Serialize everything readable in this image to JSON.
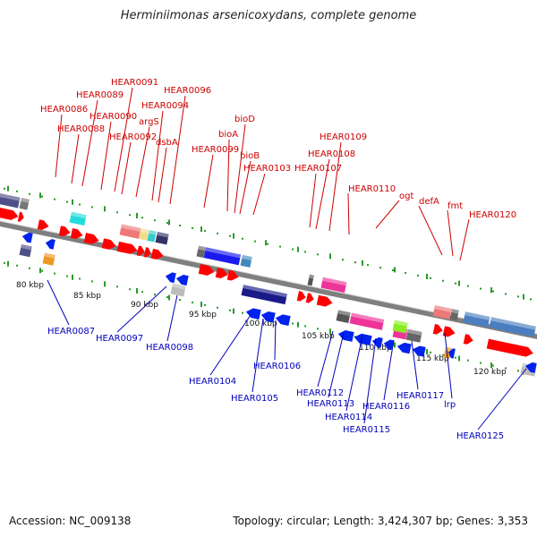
{
  "title": "Herminiimonas arsenicoxydans, complete genome",
  "footer": {
    "accession": "Accession: NC_009138",
    "summary": "Topology: circular; Length: 3,424,307 bp; Genes: 3,353"
  },
  "colors": {
    "forward_label": "#cc0000",
    "reverse_label": "#0000bb",
    "forward_arrow": "#ff0000",
    "reverse_arrow": "#0022ee",
    "backbone": "#7f7f7f",
    "tick": "#2a9a2a"
  },
  "scale": {
    "ticks": [
      "80 kbp",
      "85 kbp",
      "90 kbp",
      "95 kbp",
      "100 kbp",
      "105 kbp",
      "110 kbp",
      "115 kbp",
      "120 kbp"
    ]
  },
  "forward_genes": [
    "HEAR0086",
    "HEAR0088",
    "HEAR0089",
    "HEAR0090",
    "HEAR0091",
    "HEAR0092",
    "argS",
    "HEAR0094",
    "dsbA",
    "HEAR0096",
    "HEAR0099",
    "bioA",
    "bioD",
    "bioB",
    "HEAR0103",
    "HEAR0107",
    "HEAR0108",
    "HEAR0109",
    "HEAR0110",
    "ogt",
    "defA",
    "fmt",
    "HEAR0120"
  ],
  "reverse_genes": [
    "HEAR0087",
    "HEAR0097",
    "HEAR0098",
    "HEAR0104",
    "HEAR0105",
    "HEAR0106",
    "HEAR0112",
    "HEAR0113",
    "HEAR0114",
    "HEAR0115",
    "HEAR0116",
    "HEAR0117",
    "lrp",
    "HEAR0125"
  ]
}
